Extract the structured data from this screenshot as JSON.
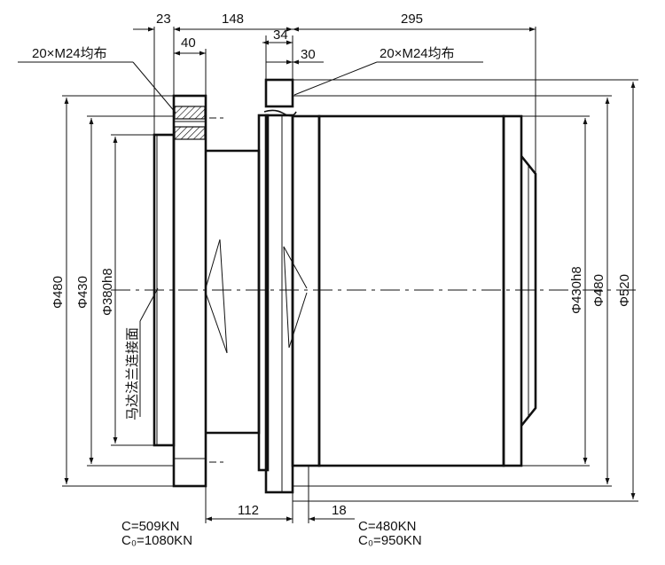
{
  "top_dims": {
    "d23": "23",
    "d148": "148",
    "d295": "295",
    "d40": "40",
    "d34": "34",
    "d30": "30"
  },
  "notes": {
    "bolt_left": "20×M24均布",
    "bolt_right": "20×M24均布",
    "motor_face": "马达法兰连接面"
  },
  "left_diams": {
    "d480": "Φ480",
    "d430": "Φ430",
    "d380": "Φ380h8"
  },
  "right_diams": {
    "d430h8": "Φ430h8",
    "d480": "Φ480",
    "d520": "Φ520"
  },
  "bottom_dims": {
    "d112": "112",
    "d18": "18"
  },
  "loads": {
    "left_c": "C=509KN",
    "left_c0": "C₀=1080KN",
    "right_c": "C=480KN",
    "right_c0": "C₀=950KN"
  }
}
